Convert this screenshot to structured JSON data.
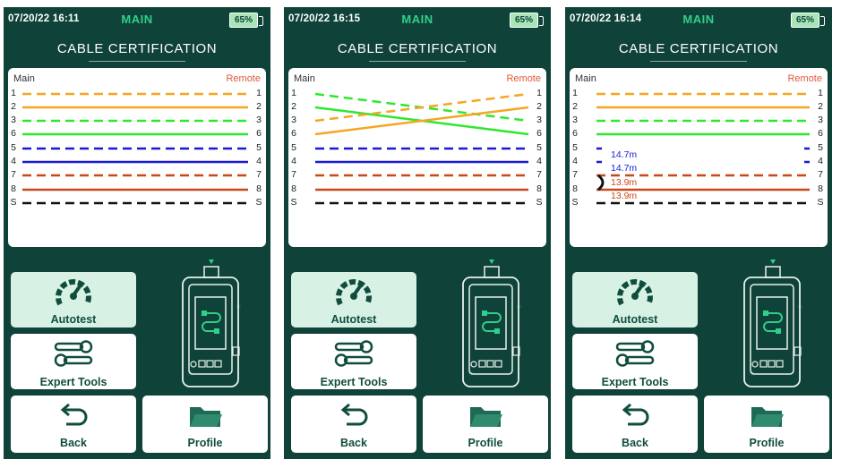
{
  "screens": [
    {
      "status": {
        "time": "07/20/22 16:11",
        "mode": "MAIN",
        "battery": "65%"
      },
      "title": "CABLE CERTIFICATION",
      "wiremap": {
        "left_label": "Main",
        "right_label": "Remote",
        "left_pins": [
          "1",
          "2",
          "3",
          "6",
          "5",
          "4",
          "7",
          "8",
          "S"
        ],
        "right_pins": [
          "1",
          "2",
          "3",
          "6",
          "5",
          "4",
          "7",
          "8",
          "S"
        ],
        "faults": "none",
        "length_labels": []
      },
      "buttons": {
        "autotest": "Autotest",
        "expert_tools": "Expert Tools",
        "back": "Back",
        "profile": "Profile"
      }
    },
    {
      "status": {
        "time": "07/20/22 16:15",
        "mode": "MAIN",
        "battery": "65%"
      },
      "title": "CABLE CERTIFICATION",
      "wiremap": {
        "left_label": "Main",
        "right_label": "Remote",
        "left_pins": [
          "1",
          "2",
          "3",
          "6",
          "5",
          "4",
          "7",
          "8",
          "S"
        ],
        "right_pins": [
          "1",
          "2",
          "3",
          "6",
          "5",
          "4",
          "7",
          "8",
          "S"
        ],
        "faults": "crossed pairs 1-2 / 3-6",
        "length_labels": []
      },
      "buttons": {
        "autotest": "Autotest",
        "expert_tools": "Expert Tools",
        "back": "Back",
        "profile": "Profile"
      }
    },
    {
      "status": {
        "time": "07/20/22 16:14",
        "mode": "MAIN",
        "battery": "65%"
      },
      "title": "CABLE CERTIFICATION",
      "wiremap": {
        "left_label": "Main",
        "right_label": "Remote",
        "left_pins": [
          "1",
          "2",
          "3",
          "6",
          "5",
          "4",
          "7",
          "8",
          "S"
        ],
        "right_pins": [
          "1",
          "2",
          "3",
          "6",
          "5",
          "4",
          "7",
          "8",
          "S"
        ],
        "faults": "pins 5/4 open, pins 7/8 shorted",
        "length_labels": [
          "14.7m",
          "14.7m",
          "13.9m",
          "13.9m"
        ]
      },
      "buttons": {
        "autotest": "Autotest",
        "expert_tools": "Expert Tools",
        "back": "Back",
        "profile": "Profile"
      }
    }
  ],
  "colors": {
    "background": "#0f4238",
    "accent": "#2fd08a",
    "orange": "#f5a623",
    "green": "#2ee830",
    "blue": "#1a1ad6",
    "brown": "#c8481a",
    "shield": "#111111",
    "remote_label": "#e05a3c"
  }
}
